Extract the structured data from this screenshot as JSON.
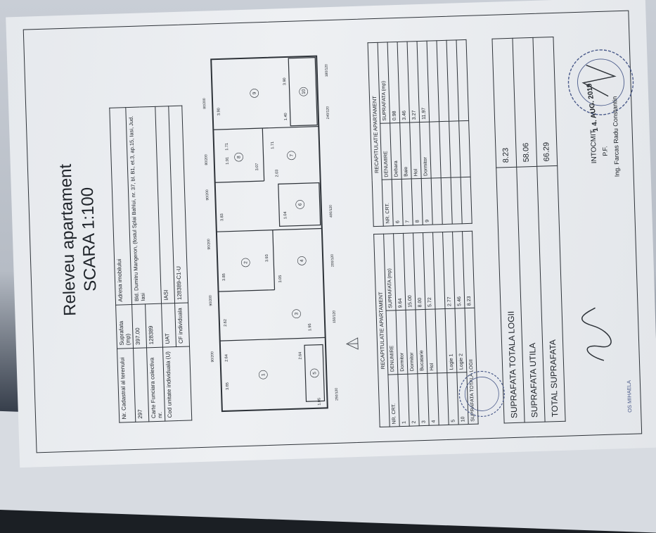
{
  "document": {
    "title": "Releveu apartament",
    "scale": "SCARA 1:100"
  },
  "cadastral_table": {
    "nr_cadastral_label": "Nr. Cadastral al terenului",
    "nr_cadastral": "297",
    "suprafata_label": "Suprafata (mp)",
    "suprafata": "397.00",
    "adresa_label": "Adresa imobilului",
    "adresa": "Bld. Dumitru Mangeron, (fostul Splai Bahlui, nr. 37, bl. B1, et.3, ap.15, Iasi, Jud. Iasi",
    "carte_label": "Carte Funciara colectiva nr.",
    "carte": "128389",
    "uat_label": "UAT",
    "uat": "IASI",
    "cod_label": "Cod unitate individuala (U)",
    "cf_label": "CF individuala",
    "cf": "128389-C1-U"
  },
  "plan": {
    "rooms": [
      "1",
      "2",
      "3",
      "4",
      "5",
      "6",
      "7",
      "8",
      "9",
      "10"
    ],
    "dims": [
      "3.65",
      "2.64",
      "2.64",
      "1.05",
      "2.62",
      "3.05",
      "3.85",
      "3.93",
      "3.83",
      "3.07",
      "3.90",
      "1.40",
      "3.90",
      "1.71",
      "1.91",
      "1.71",
      "2.03",
      "1.04",
      "1.95"
    ],
    "openings": [
      "250/120",
      "150/120",
      "200/120",
      "400/120",
      "240/120",
      "180/120",
      "90/200",
      "90/200",
      "90/200",
      "90/200",
      "80/200",
      "80/200"
    ]
  },
  "recap_left": {
    "caption": "RECAPITULATIE APARTAMENT",
    "headers": [
      "NR. CRT.",
      "DENUMIRE",
      "SUPRAFATA (mp)"
    ],
    "rows": [
      [
        "1",
        "Dormitor",
        "9.64"
      ],
      [
        "2",
        "Dormitor",
        "15.00"
      ],
      [
        "3",
        "Bucatarie",
        "8.00"
      ],
      [
        "4",
        "Hol",
        "5.72"
      ],
      [
        "",
        "",
        ""
      ],
      [
        "5",
        "Logie 1",
        "2.77"
      ],
      [
        "10",
        "Logie 2",
        "5.46"
      ]
    ],
    "footer_label": "SUPRAFATA TOTALA LOGII",
    "footer_value": "8.23"
  },
  "recap_right": {
    "caption": "RECAPITULATIE APARTAMENT",
    "headers": [
      "NR. CRT.",
      "DENUMIRE",
      "SUPRAFATA (mp)"
    ],
    "rows": [
      [
        "6",
        "Debara",
        "0.98"
      ],
      [
        "7",
        "Baie",
        "3.46"
      ],
      [
        "8",
        "Hol",
        "3.27"
      ],
      [
        "9",
        "Dormitor",
        "11.97"
      ]
    ]
  },
  "totals": [
    {
      "label": "SUPRAFATA TOTALA LOGII",
      "value": "8.23"
    },
    {
      "label": "SUPRAFATA UTILA",
      "value": "58.06"
    },
    {
      "label": "TOTAL SUPRAFATA",
      "value": "66.29"
    }
  ],
  "signature_block": {
    "intocmit": "INTOCMIT,",
    "pf": "P.F.",
    "ing": "Ing. Farcas Radu Constantin",
    "date_stamp": "1 4. AUG. 2019",
    "stamp_left": "OS MIHAELA"
  },
  "colors": {
    "ink": "#20252b",
    "paper": "#eceef1",
    "stamp": "#4a5a8a"
  }
}
